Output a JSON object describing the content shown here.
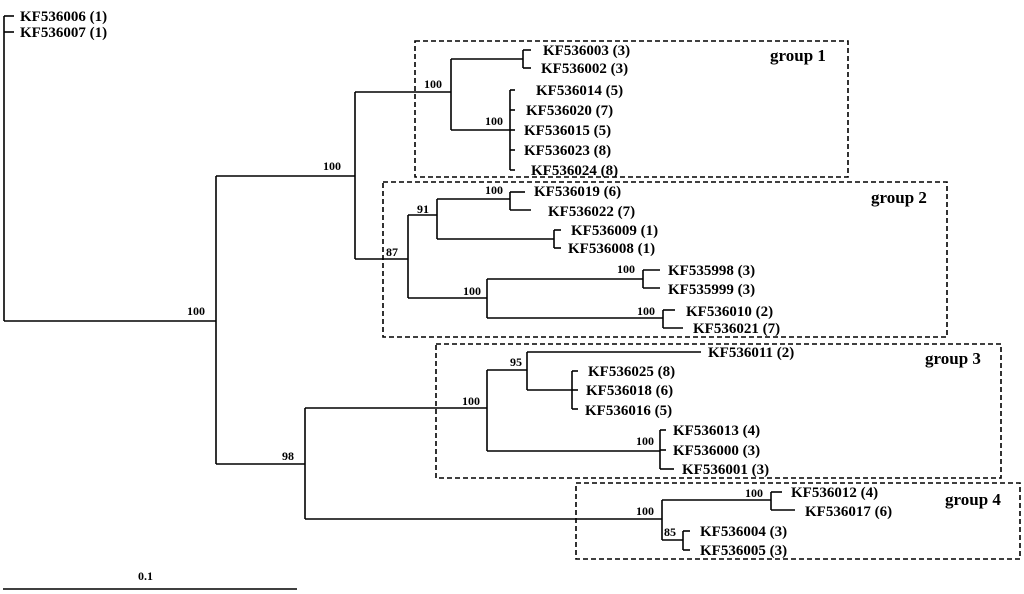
{
  "tree": {
    "scale_label": "0.1",
    "groups": [
      {
        "label": "group 1"
      },
      {
        "label": "group 2"
      },
      {
        "label": "group 3"
      },
      {
        "label": "group 4"
      }
    ],
    "taxa": [
      {
        "id": "KF536006",
        "count": "(1)"
      },
      {
        "id": "KF536007",
        "count": "(1)"
      },
      {
        "id": "KF536003",
        "count": "(3)"
      },
      {
        "id": "KF536002",
        "count": "(3)"
      },
      {
        "id": "KF536014",
        "count": "(5)"
      },
      {
        "id": "KF536020",
        "count": "(7)"
      },
      {
        "id": "KF536015",
        "count": "(5)"
      },
      {
        "id": "KF536023",
        "count": "(8)"
      },
      {
        "id": "KF536024",
        "count": "(8)"
      },
      {
        "id": "KF536019",
        "count": "(6)"
      },
      {
        "id": "KF536022",
        "count": "(7)"
      },
      {
        "id": "KF536009",
        "count": "(1)"
      },
      {
        "id": "KF536008",
        "count": "(1)"
      },
      {
        "id": "KF535998",
        "count": "(3)"
      },
      {
        "id": "KF535999",
        "count": "(3)"
      },
      {
        "id": "KF536010",
        "count": "(2)"
      },
      {
        "id": "KF536021",
        "count": "(7)"
      },
      {
        "id": "KF536011",
        "count": "(2)"
      },
      {
        "id": "KF536025",
        "count": "(8)"
      },
      {
        "id": "KF536018",
        "count": "(6)"
      },
      {
        "id": "KF536016",
        "count": "(5)"
      },
      {
        "id": "KF536013",
        "count": "(4)"
      },
      {
        "id": "KF536000",
        "count": "(3)"
      },
      {
        "id": "KF536001",
        "count": "(3)"
      },
      {
        "id": "KF536012",
        "count": "(4)"
      },
      {
        "id": "KF536017",
        "count": "(6)"
      },
      {
        "id": "KF536004",
        "count": "(3)"
      },
      {
        "id": "KF536005",
        "count": "(3)"
      }
    ],
    "bootstraps": [
      "100",
      "100",
      "100",
      "100",
      "91",
      "87",
      "100",
      "100",
      "100",
      "100",
      "95",
      "100",
      "100",
      "98",
      "100",
      "100",
      "85"
    ]
  }
}
